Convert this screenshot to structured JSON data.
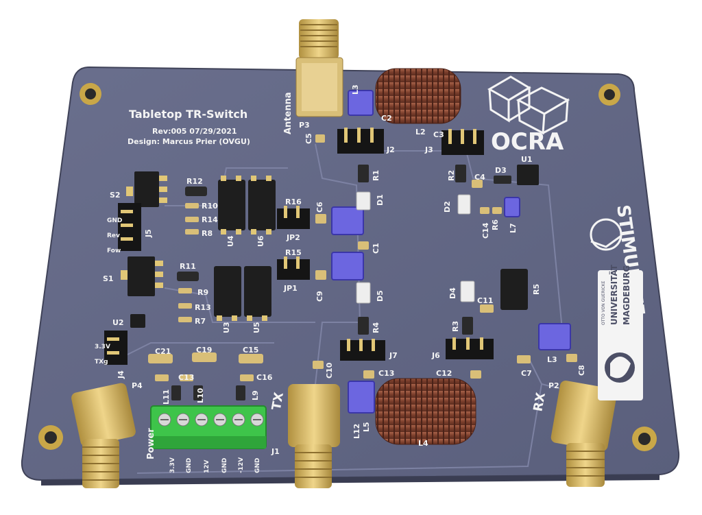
{
  "board": {
    "title": "Tabletop TR-Switch",
    "revision": "Rev:005 07/29/2021",
    "designer": "Design: Marcus Prier (OVGU)",
    "logo_text": "OCRA",
    "stimulate_text": "STIMULATE",
    "university_small": "OTTO VON GUERICKE",
    "university_line1": "UNIVERSITÄT",
    "university_line2": "MAGDEBURG",
    "port_antenna": "Antenna",
    "port_tx": "TX",
    "port_rx": "RX",
    "power_label": "Power",
    "colors": {
      "pcb": "#626784",
      "pcb_dark": "#4b4f68",
      "pad_gold": "#d6b96a",
      "connector_green": "#3ec44a",
      "coil_copper": "#8a4a36",
      "trimmer_blue": "#6c66e0"
    }
  },
  "refs": {
    "S1": "S1",
    "S2": "S2",
    "U1": "U1",
    "U2": "U2",
    "U3": "U3",
    "U4": "U4",
    "U5": "U5",
    "U6": "U6",
    "R1": "R1",
    "R2": "R2",
    "R3": "R3",
    "R4": "R4",
    "R5": "R5",
    "R6": "R6",
    "R7": "R7",
    "R8": "R8",
    "R9": "R9",
    "R10": "R10",
    "R11": "R11",
    "R12": "R12",
    "R13": "R13",
    "R14": "R14",
    "R15": "R15",
    "R16": "R16",
    "C1": "C1",
    "C2": "C2",
    "C3": "C3",
    "C4": "C4",
    "C5": "C5",
    "C6": "C6",
    "C7": "C7",
    "C8": "C8",
    "C9": "C9",
    "C10": "C10",
    "C11": "C11",
    "C12": "C12",
    "C13": "C13",
    "C14": "C14",
    "C15": "C15",
    "C16": "C16",
    "C19": "C19",
    "C21": "C21",
    "D1": "D1",
    "D2": "D2",
    "D3": "D3",
    "D4": "D4",
    "D5": "D5",
    "L2": "L2",
    "L3": "L3",
    "L4": "L4",
    "L5": "L5",
    "L7": "L7",
    "L9": "L9",
    "L10": "L10",
    "L11": "L11",
    "L12": "L12",
    "J1": "J1",
    "J2": "J2",
    "J3": "J3",
    "J4": "J4",
    "J5": "J5",
    "J6": "J6",
    "J7": "J7",
    "JP1": "JP1",
    "JP2": "JP2",
    "P2": "P2",
    "P3": "P3",
    "P4": "P4"
  },
  "pins_j5": [
    "GND",
    "Rev",
    "Fow"
  ],
  "pins_j4": [
    "3.3V",
    "TXg"
  ],
  "power_pins": [
    "3.3V",
    "GND",
    "12V",
    "GND",
    "-12V",
    "GND"
  ]
}
